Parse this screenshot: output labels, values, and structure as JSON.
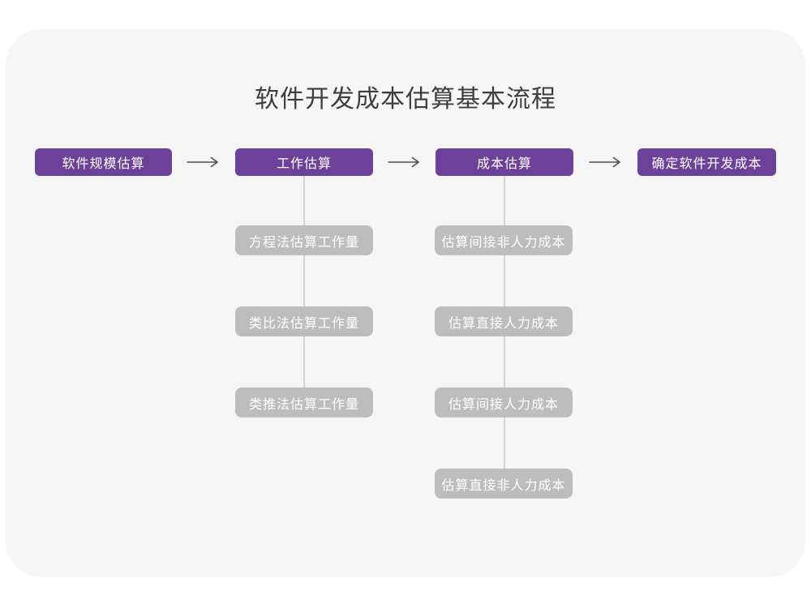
{
  "page": {
    "title": "软件开发成本估算基本流程"
  },
  "colors": {
    "primary_node": "#6c4199",
    "secondary_node": "#bdbdbd",
    "card_background": "#f6f6f7",
    "connector_line": "#d2d2d2",
    "arrow": "#4d4d4d",
    "title_text": "#3d3d3d",
    "node_text": "#ffffff"
  },
  "flow": {
    "main_nodes": [
      {
        "label": "软件规模估算"
      },
      {
        "label": "工作估算"
      },
      {
        "label": "成本估算"
      },
      {
        "label": "确定软件开发成本"
      }
    ],
    "work_estimation_methods": [
      {
        "label": "方程法估算工作量"
      },
      {
        "label": "类比法估算工作量"
      },
      {
        "label": "类推法估算工作量"
      }
    ],
    "cost_estimation_items": [
      {
        "label": "估算间接非人力成本"
      },
      {
        "label": "估算直接人力成本"
      },
      {
        "label": "估算间接人力成本"
      },
      {
        "label": "估算直接非人力成本"
      }
    ]
  }
}
